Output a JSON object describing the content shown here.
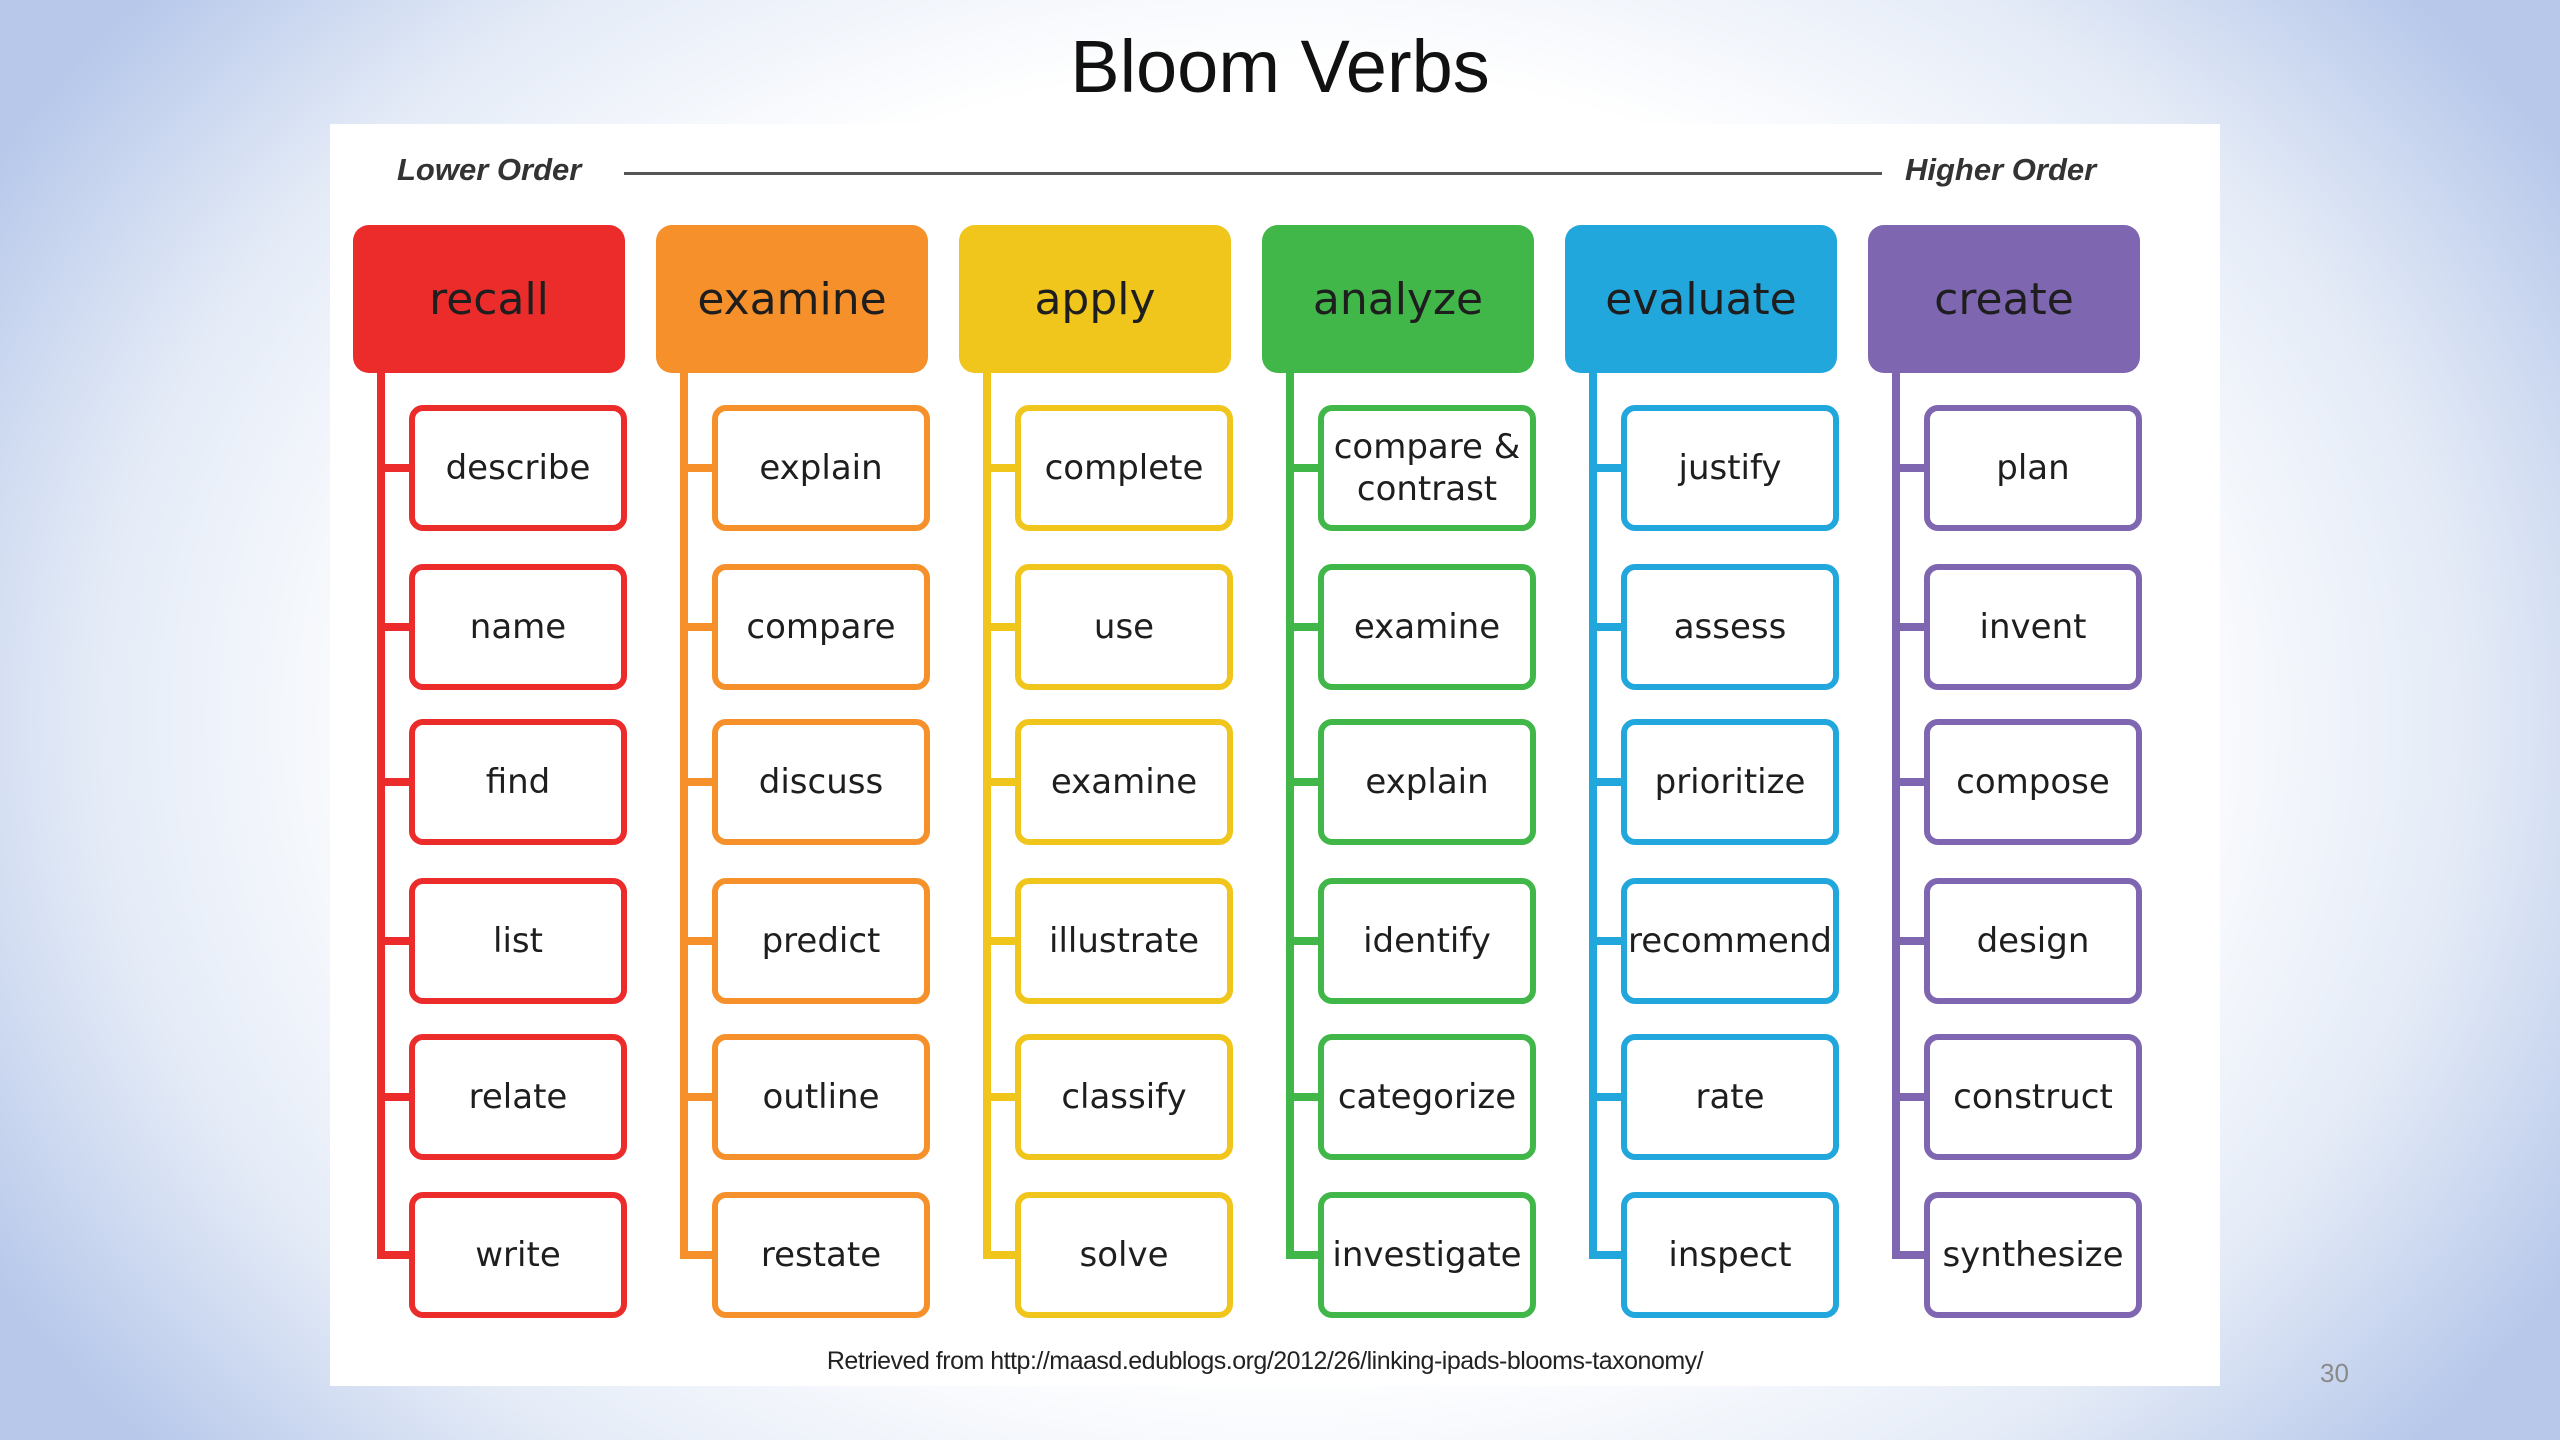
{
  "title": "Bloom Verbs",
  "scale": {
    "low_label": "Lower Order",
    "high_label": "Higher Order"
  },
  "columns": [
    {
      "header": "recall",
      "color": "#ec2b2b",
      "items": [
        "describe",
        "name",
        "find",
        "list",
        "relate",
        "write"
      ]
    },
    {
      "header": "examine",
      "color": "#f5902a",
      "items": [
        "explain",
        "compare",
        "discuss",
        "predict",
        "outline",
        "restate"
      ]
    },
    {
      "header": "apply",
      "color": "#f0c61c",
      "items": [
        "complete",
        "use",
        "examine",
        "illustrate",
        "classify",
        "solve"
      ]
    },
    {
      "header": "analyze",
      "color": "#41b649",
      "items": [
        "compare &\ncontrast",
        "examine",
        "explain",
        "identify",
        "categorize",
        "investigate"
      ]
    },
    {
      "header": "evaluate",
      "color": "#22a7dc",
      "items": [
        "justify",
        "assess",
        "prioritize",
        "recommend",
        "rate",
        "inspect"
      ]
    },
    {
      "header": "create",
      "color": "#7f66b1",
      "items": [
        "plan",
        "invent",
        "compose",
        "design",
        "construct",
        "synthesize"
      ]
    }
  ],
  "source": "Retrieved from http://maasd.edublogs.org/2012/26/linking-ipads-blooms-taxonomy/",
  "page_number": "30"
}
